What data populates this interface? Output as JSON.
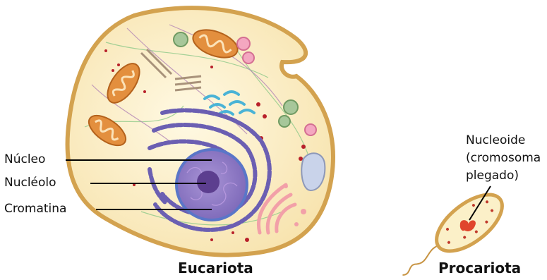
{
  "labels": {
    "nucleo": "Núcleo",
    "nucleolo": "Nucléolo",
    "cromatina": "Cromatina",
    "nucleoide": [
      "Nucleoide",
      "(cromosoma",
      "plegado)"
    ]
  },
  "captions": {
    "eucariota": "Eucariota",
    "procariota": "Procariota"
  },
  "colors": {
    "cell_membrane": "#d3a24f",
    "cytoplasm": "#fbf0c8",
    "nucleus": "#8f78c4",
    "nucleolus": "#5c3e8f",
    "er": "#6b5fb2",
    "mitochondria": "#d97a2b",
    "golgi": "#f2a0a8",
    "vacuole": "#c9d3ea",
    "nucleoid": "#e0452c"
  }
}
